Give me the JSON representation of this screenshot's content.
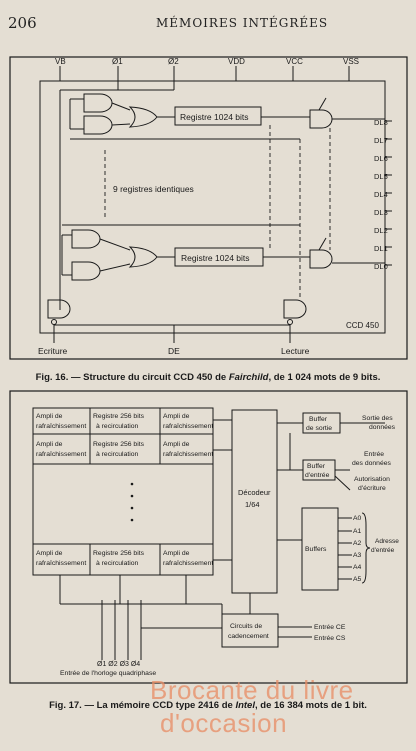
{
  "header": {
    "page_number": "206",
    "running_title": "MÉMOIRES INTÉGRÉES"
  },
  "fig16": {
    "pins_top": [
      "VB",
      "Ø1",
      "Ø2",
      "VDD",
      "VCC",
      "VSS"
    ],
    "register_label": "Registre 1024 bits",
    "identical_label": "9 registres identiques",
    "outputs": [
      "DL8",
      "DL7",
      "DL6",
      "DL5",
      "DL4",
      "DL3",
      "DL2",
      "DL1",
      "DL0"
    ],
    "chip_name": "CCD 450",
    "bottom": {
      "write": "Ecriture",
      "de": "DE",
      "read": "Lecture"
    },
    "caption": {
      "prefix": "Fig. 16. — Structure du circuit CCD 450 de ",
      "maker": "Fairchild",
      "suffix": ", de 1 024 mots de 9 bits."
    }
  },
  "fig17": {
    "ampli": "Ampli de rafraîchissement",
    "ampli_l1": "Ampli de",
    "ampli_l2": "rafraîchissement",
    "reg_l1": "Registre 256 bits",
    "reg_l2": "à recirculation",
    "decoder_l1": "Décodeur",
    "decoder_l2": "1/64",
    "buffer_out_l1": "Buffer",
    "buffer_out_l2": "de sortie",
    "buffer_in_l1": "Buffer",
    "buffer_in_l2": "d'entrée",
    "buffers": "Buffers",
    "sortie_l1": "Sortie des",
    "sortie_l2": "données",
    "entree_l1": "Entrée",
    "entree_l2": "des données",
    "autor_l1": "Autorisation",
    "autor_l2": "d'écriture",
    "addr": [
      "A0",
      "A1",
      "A2",
      "A3",
      "A4",
      "A5"
    ],
    "adresse_l1": "Adresse",
    "adresse_l2": "d'entrée",
    "circ_l1": "Circuits de",
    "circ_l2": "cadencement",
    "ce": "Entrée CE",
    "cs": "Entrée CS",
    "clocks": "Ø1 Ø2 Ø3 Ø4",
    "clock_label": "Entrée de l'horloge quadriphase",
    "caption": {
      "prefix": "Fig. 17. — La mémoire CCD type 2416 de ",
      "maker": "Intel",
      "suffix": ", de 16 384 mots de 1 bit."
    }
  },
  "watermark": {
    "line1": "Brocante du livre",
    "line2": "d'occasion"
  }
}
